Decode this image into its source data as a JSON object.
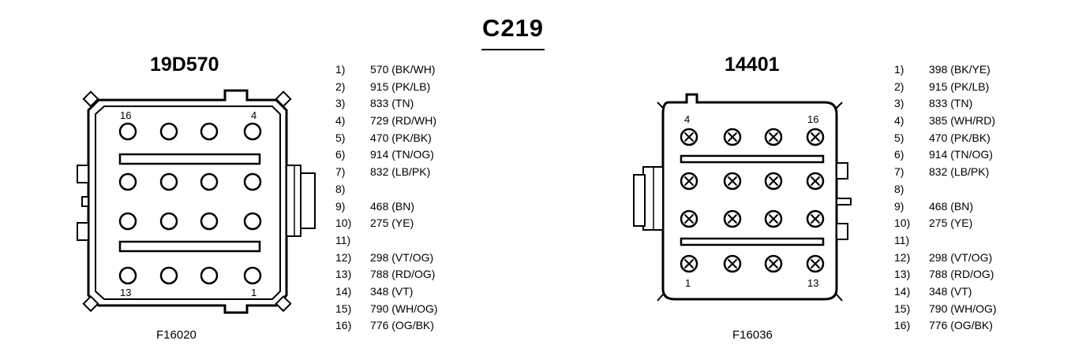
{
  "title": "C219",
  "left": {
    "part_number": "19D570",
    "figure_ref": "F16020",
    "corner_labels": {
      "top_left": "16",
      "top_right": "4",
      "bottom_left": "13",
      "bottom_right": "1"
    },
    "pins": [
      {
        "num": "1)",
        "circuit": "570 (BK/WH)"
      },
      {
        "num": "2)",
        "circuit": "915 (PK/LB)"
      },
      {
        "num": "3)",
        "circuit": "833 (TN)"
      },
      {
        "num": "4)",
        "circuit": "729 (RD/WH)"
      },
      {
        "num": "5)",
        "circuit": "470 (PK/BK)"
      },
      {
        "num": "6)",
        "circuit": "914 (TN/OG)"
      },
      {
        "num": "7)",
        "circuit": "832 (LB/PK)"
      },
      {
        "num": "8)",
        "circuit": ""
      },
      {
        "num": "9)",
        "circuit": "468 (BN)"
      },
      {
        "num": "10)",
        "circuit": "275 (YE)"
      },
      {
        "num": "11)",
        "circuit": ""
      },
      {
        "num": "12)",
        "circuit": "298 (VT/OG)"
      },
      {
        "num": "13)",
        "circuit": "788 (RD/OG)"
      },
      {
        "num": "14)",
        "circuit": "348 (VT)"
      },
      {
        "num": "15)",
        "circuit": "790 (WH/OG)"
      },
      {
        "num": "16)",
        "circuit": "776 (OG/BK)"
      }
    ]
  },
  "right": {
    "part_number": "14401",
    "figure_ref": "F16036",
    "corner_labels": {
      "top_left": "4",
      "top_right": "16",
      "bottom_left": "1",
      "bottom_right": "13"
    },
    "pins": [
      {
        "num": "1)",
        "circuit": "398 (BK/YE)"
      },
      {
        "num": "2)",
        "circuit": "915 (PK/LB)"
      },
      {
        "num": "3)",
        "circuit": "833 (TN)"
      },
      {
        "num": "4)",
        "circuit": "385 (WH/RD)"
      },
      {
        "num": "5)",
        "circuit": "470 (PK/BK)"
      },
      {
        "num": "6)",
        "circuit": "914 (TN/OG)"
      },
      {
        "num": "7)",
        "circuit": "832 (LB/PK)"
      },
      {
        "num": "8)",
        "circuit": ""
      },
      {
        "num": "9)",
        "circuit": "468 (BN)"
      },
      {
        "num": "10)",
        "circuit": "275 (YE)"
      },
      {
        "num": "11)",
        "circuit": ""
      },
      {
        "num": "12)",
        "circuit": "298 (VT/OG)"
      },
      {
        "num": "13)",
        "circuit": "788 (RD/OG)"
      },
      {
        "num": "14)",
        "circuit": "348 (VT)"
      },
      {
        "num": "15)",
        "circuit": "790 (WH/OG)"
      },
      {
        "num": "16)",
        "circuit": "776 (OG/BK)"
      }
    ]
  }
}
